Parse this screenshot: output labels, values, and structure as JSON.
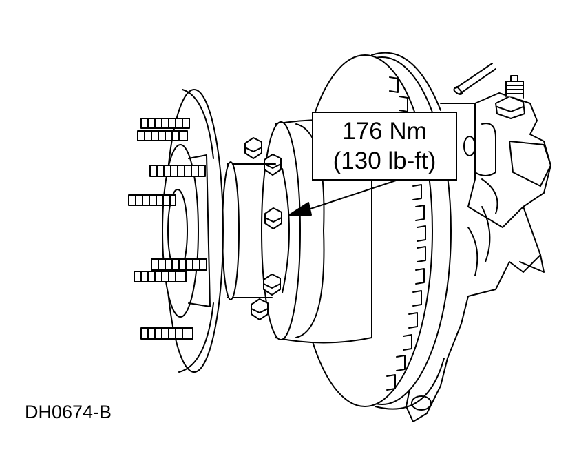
{
  "callout": {
    "torque_metric": "176 Nm",
    "torque_imperial": "(130 lb-ft)"
  },
  "figure_id": "DH0674-B",
  "colors": {
    "line": "#000000",
    "background": "#ffffff"
  }
}
